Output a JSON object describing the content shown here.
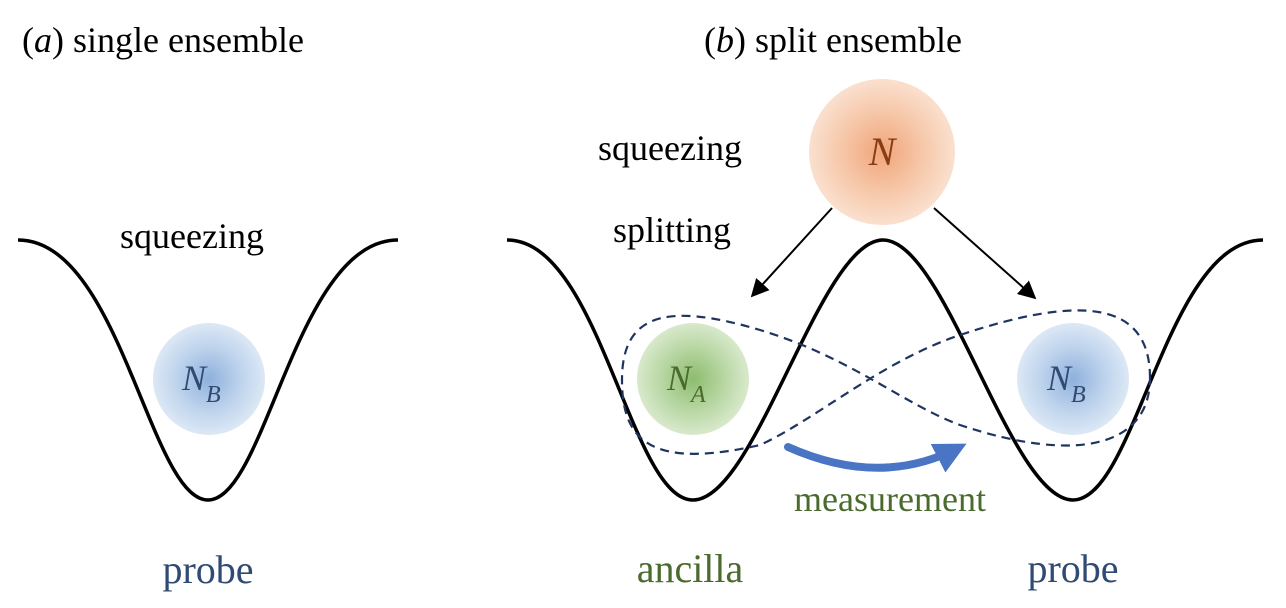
{
  "panel_a": {
    "label_letter": "a",
    "title": "single ensemble",
    "squeezing": "squeezing",
    "probe_label": "probe",
    "probe_atom": {
      "symbol": "N",
      "subscript": "B"
    }
  },
  "panel_b": {
    "label_letter": "b",
    "title": "split ensemble",
    "squeezing": "squeezing",
    "splitting": "splitting",
    "source_atom": {
      "symbol": "N"
    },
    "ancilla_atom": {
      "symbol": "N",
      "subscript": "A"
    },
    "probe_atom": {
      "symbol": "N",
      "subscript": "B"
    },
    "measurement": "measurement",
    "ancilla_label": "ancilla",
    "probe_label": "probe"
  },
  "colors": {
    "probe": "#2f4b73",
    "ancilla": "#4a6a2e",
    "source": "#8a3c12",
    "measurement_arrow": "#4a74c4",
    "dashed_loop": "#1f3560",
    "well": "#000000"
  }
}
